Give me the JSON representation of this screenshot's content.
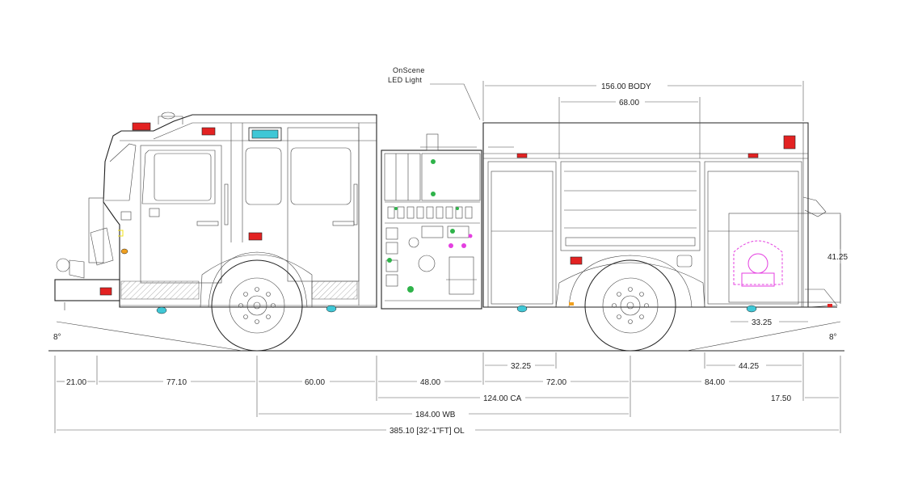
{
  "colors": {
    "line": "#222222",
    "warning_light": "#e32222",
    "led_light": "#3fc7d6",
    "marker_amber": "#f0a020",
    "valve_green": "#2fb34a",
    "pink_equipment": "#e43fe0",
    "yellow_mark": "#f2e01a"
  },
  "note": {
    "line1": "OnScene",
    "line2": "LED Light"
  },
  "dimensions": {
    "body": "156.00 BODY",
    "compartment": "68.00",
    "height": "41.25",
    "rear_comp": "33.25",
    "approach_angle": "8°",
    "departure_angle": "8°",
    "ped_left": "32.25",
    "ped_right": "44.25",
    "bumper": "21.00",
    "front_to_axle": "77.10",
    "axle_to_pump": "60.00",
    "pump": "48.00",
    "front_body": "72.00",
    "rear_body": "84.00",
    "ca": "124.00 CA",
    "rear_step": "17.50",
    "wb": "184.00 WB",
    "ol": "385.10 [32'-1\"FT] OL"
  }
}
